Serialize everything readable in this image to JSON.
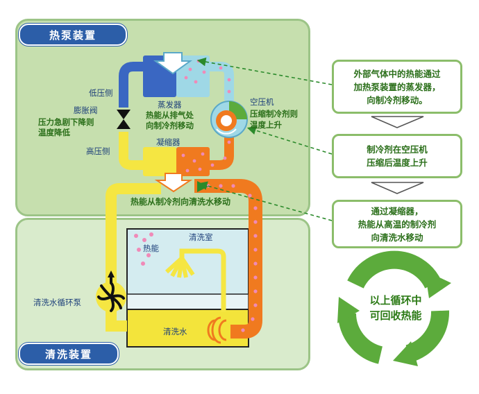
{
  "sections": {
    "heat_pump_title": "热泵装置",
    "washer_title": "清洗装置"
  },
  "labels": {
    "low_pressure": "低压侧",
    "expansion_valve": "膨胀阀",
    "pressure_drop_line1": "压力急剧下降则",
    "pressure_drop_line2": "温度降低",
    "high_pressure": "高压侧",
    "evaporator": "蒸发器",
    "evaporator_desc_line1": "热能从排气处",
    "evaporator_desc_line2": "向制冷剂移动",
    "compressor": "空压机",
    "compressor_desc_line1": "压缩制冷剂则",
    "compressor_desc_line2": "温度上升",
    "condenser": "凝缩器",
    "heat_to_water": "热能从制冷剂向清洗水移动",
    "heat_energy": "热能",
    "wash_room": "清洗室",
    "pump": "清洗水循环泵",
    "wash_water": "清洗水"
  },
  "callouts": [
    {
      "line1": "外部气体中的热能通过",
      "line2": "加热泵装置的蒸发器，",
      "line3": "向制冷剂移动。"
    },
    {
      "line1": "制冷剂在空压机",
      "line2": "压缩后温度上升"
    },
    {
      "line1": "通过凝缩器，",
      "line2": "热能从高温的制冷剂",
      "line3": "向清洗水移动"
    }
  ],
  "cycle": {
    "line1": "以上循环中",
    "line2": "可回收热能"
  },
  "colors": {
    "panel_top": "#c6dfae",
    "panel_bottom": "#d9ebcc",
    "title_pill": "#2c5ea8",
    "refrigerant_cold": "#3a67c2",
    "refrigerant_cool": "#9fd8e6",
    "refrigerant_hot": "#f07a1f",
    "wash_water": "#f5e642",
    "accent_green": "#5cab3c",
    "heat_dots": "#f08ab8"
  },
  "icons": [
    "down-arrow-icon",
    "fan-icon",
    "compressor-icon",
    "pump-icon",
    "shower-icon",
    "heater-icon",
    "recycle-icon"
  ]
}
